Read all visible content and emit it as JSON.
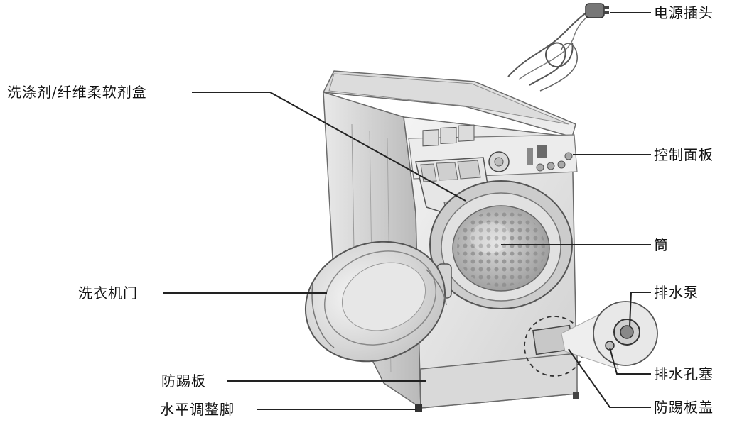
{
  "labels": {
    "power_plug": "电源插头",
    "detergent_box": "洗涤剂/纤维柔软剂盒",
    "control_panel": "控制面板",
    "drum": "筒",
    "door": "洗衣机门",
    "drain_pump": "排水泵",
    "drain_plug": "排水孔塞",
    "kick_plate": "防踢板",
    "kick_plate_cover": "防踢板盖",
    "leveling_foot": "水平调整脚"
  }
}
